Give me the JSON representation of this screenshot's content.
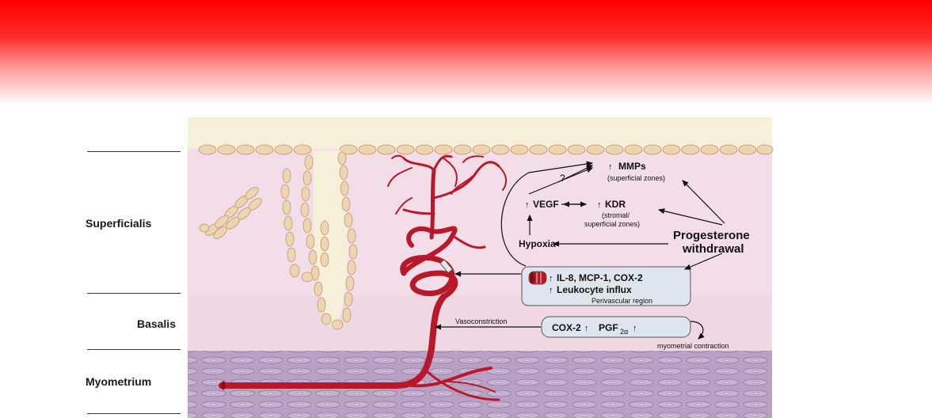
{
  "layers": {
    "superficialis": "Superficialis",
    "basalis": "Basalis",
    "myometrium": "Myometrium"
  },
  "labels": {
    "question": "?",
    "mmps": "MMPs",
    "mmps_sub": "(superficial zones)",
    "vegf": "VEGF",
    "kdr": "KDR",
    "kdr_sub1": "(stromal/",
    "kdr_sub2": "superficial zones)",
    "hypoxia": "Hypoxia",
    "progesterone1": "Progesterone",
    "progesterone2": "withdrawal",
    "il8": "IL-8, MCP-1, COX-2",
    "leukocyte": "Leukocyte influx",
    "perivascular": "Perivascular region",
    "vasoconstriction": "Vasoconstriction",
    "cox2": "COX-2",
    "pgf": "PGF",
    "pgf_sub": "2α",
    "myometrial": "myometrial contraction"
  },
  "colors": {
    "banner": "#ff0000",
    "epithelium": "#f5f0d8",
    "stroma": "#f2dce8",
    "myometrium": "#bfa8c8",
    "artery": "#b8192a",
    "gland_cell": "#eed5b0"
  }
}
